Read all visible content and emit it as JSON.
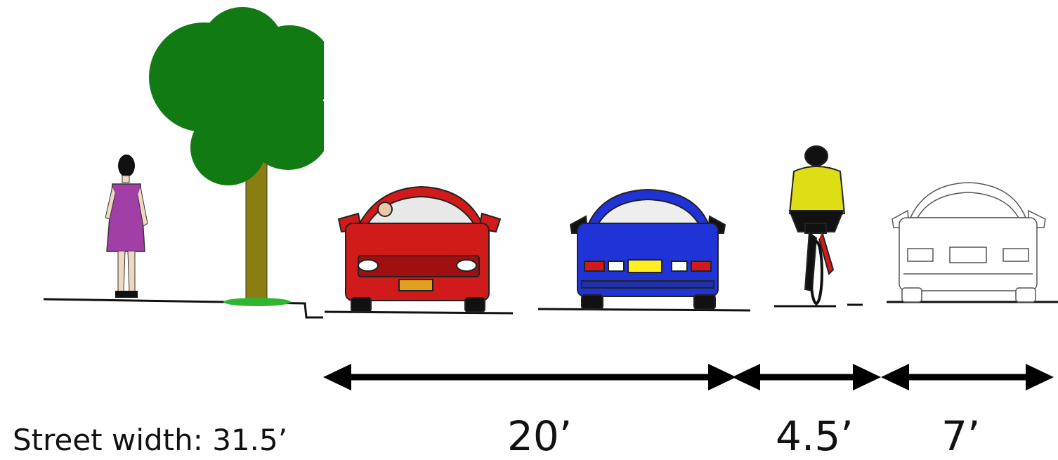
{
  "street_width_label": "Street width: 31.5’",
  "dimensions": {
    "parking_and_travel": "20’",
    "bike_lane": "4.5’",
    "parking_lane": "7’"
  },
  "colors": {
    "tree_canopy": "#127a12",
    "tree_trunk": "#8b7d12",
    "red_car": "#d11a1a",
    "blue_car": "#1f33d6",
    "pedestrian_dress": "#a23fa6",
    "cyclist_jacket": "#dede14",
    "ground": "#111111"
  }
}
